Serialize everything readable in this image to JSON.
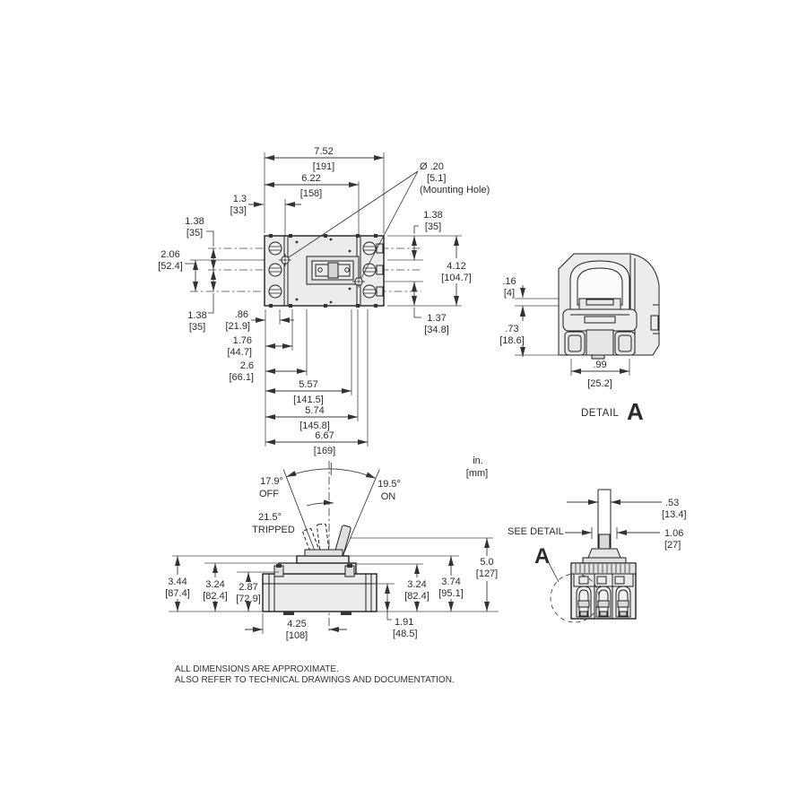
{
  "top_view": {
    "overall_w": {
      "v": "7.52",
      "m": "[191]"
    },
    "inner_w": {
      "v": "6.22",
      "m": "[158]"
    },
    "hole_off_x": {
      "v": "1.3",
      "m": "[33]"
    },
    "hole": {
      "dia": "Ø .20",
      "m": "[5.1]",
      "note": "(Mounting Hole)"
    },
    "left_top": {
      "v": "1.38",
      "m": "[35]"
    },
    "left_span": {
      "v": "2.06",
      "m": "[52.4]"
    },
    "left_bot": {
      "v": "1.38",
      "m": "[35]"
    },
    "right_top": {
      "v": "1.38",
      "m": "[35]"
    },
    "overall_h": {
      "v": "4.12",
      "m": "[104.7]"
    },
    "right_bot": {
      "v": "1.37",
      "m": "[34.8]"
    },
    "d086": {
      "v": ".86",
      "m": "[21.9]"
    },
    "d176": {
      "v": "1.76",
      "m": "[44.7]"
    },
    "d26": {
      "v": "2.6",
      "m": "[66.1]"
    },
    "d557": {
      "v": "5.57",
      "m": "[141.5]"
    },
    "d574": {
      "v": "5.74",
      "m": "[145.8]"
    },
    "d667": {
      "v": "6.67",
      "m": "[169]"
    }
  },
  "detail_a": {
    "title": "DETAIL",
    "letter": "A",
    "d016": {
      "v": ".16",
      "m": "[4]"
    },
    "d073": {
      "v": ".73",
      "m": "[18.6]"
    },
    "d099": {
      "v": ".99",
      "m": "[25.2]"
    }
  },
  "side_view": {
    "angles": {
      "off": {
        "deg": "17.9°",
        "label": "OFF"
      },
      "on": {
        "deg": "19.5°",
        "label": "ON"
      },
      "tripped": {
        "deg": "21.5°",
        "label": "TRIPPED"
      }
    },
    "units": {
      "v": "in.",
      "m": "[mm]"
    },
    "d344": {
      "v": "3.44",
      "m": "[87.4]"
    },
    "d324l": {
      "v": "3.24",
      "m": "[82.4]"
    },
    "d287": {
      "v": "2.87",
      "m": "[72.9]"
    },
    "d324r": {
      "v": "3.24",
      "m": "[82.4]"
    },
    "d374": {
      "v": "3.74",
      "m": "[95.1]"
    },
    "d50": {
      "v": "5.0",
      "m": "[127]"
    },
    "d425": {
      "v": "4.25",
      "m": "[108]"
    },
    "d191": {
      "v": "1.91",
      "m": "[48.5]"
    }
  },
  "end_view": {
    "callout": "SEE DETAIL",
    "letter": "A",
    "d053": {
      "v": ".53",
      "m": "[13.4]"
    },
    "d106": {
      "v": "1.06",
      "m": "[27]"
    }
  },
  "footer": {
    "line1": "ALL DIMENSIONS ARE APPROXIMATE.",
    "line2": "ALSO REFER TO TECHNICAL DRAWINGS AND DOCUMENTATION."
  }
}
